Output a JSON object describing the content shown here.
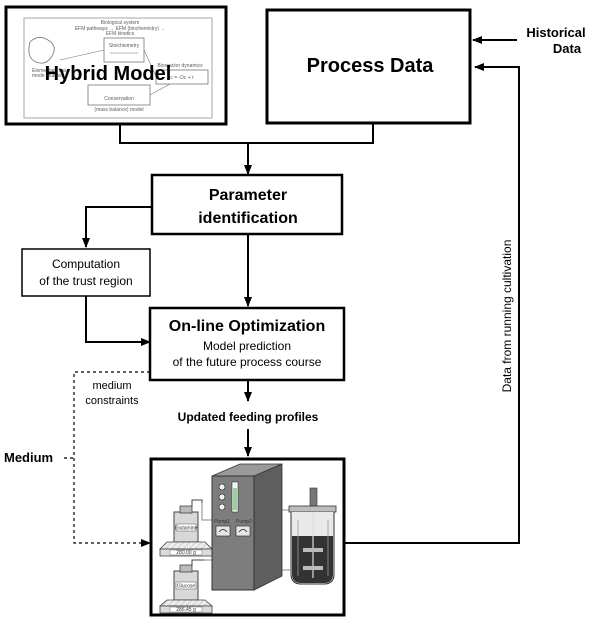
{
  "hybrid_model": {
    "label": "Hybrid Model",
    "thumbnail": {
      "title": "Biological system",
      "subtitle_1": "EFM pathways → EFM (biochemistry) →",
      "subtitle_2": "EFM kinetics",
      "left_note_1": "Elementary flux",
      "left_note_2": "mode analysis",
      "reactor_label": "Bioreactor dynamics",
      "reactor_eq": "c = -Dc + r",
      "stoich": "Stoichiometry",
      "bottom_1": "Conservation",
      "bottom_2": "(mass balance) model"
    }
  },
  "process_data": {
    "label": "Process Data"
  },
  "historical_data": {
    "line1": "Historical",
    "line2": "Data"
  },
  "parameter_identification": {
    "line1": "Parameter",
    "line2": "identification"
  },
  "trust_region": {
    "line1": "Computation",
    "line2": "of the trust region"
  },
  "online_optimization": {
    "title": "On-line Optimization",
    "line1": "Model prediction",
    "line2": "of the future process course"
  },
  "medium_constraints": {
    "line1": "medium",
    "line2": "constraints"
  },
  "updated_feeding": {
    "label": "Updated feeding profiles"
  },
  "medium": {
    "label": "Medium"
  },
  "running_cultivation": {
    "label": "Data from running cultivation"
  },
  "bioreactor": {
    "bottle_top_label": "Glutamine",
    "bottle_bottom_label": "Glucose",
    "scale_top": "280.00 g",
    "scale_bottom": "286.45 g",
    "pump1": "Pump1",
    "pump2": "Pump2"
  }
}
